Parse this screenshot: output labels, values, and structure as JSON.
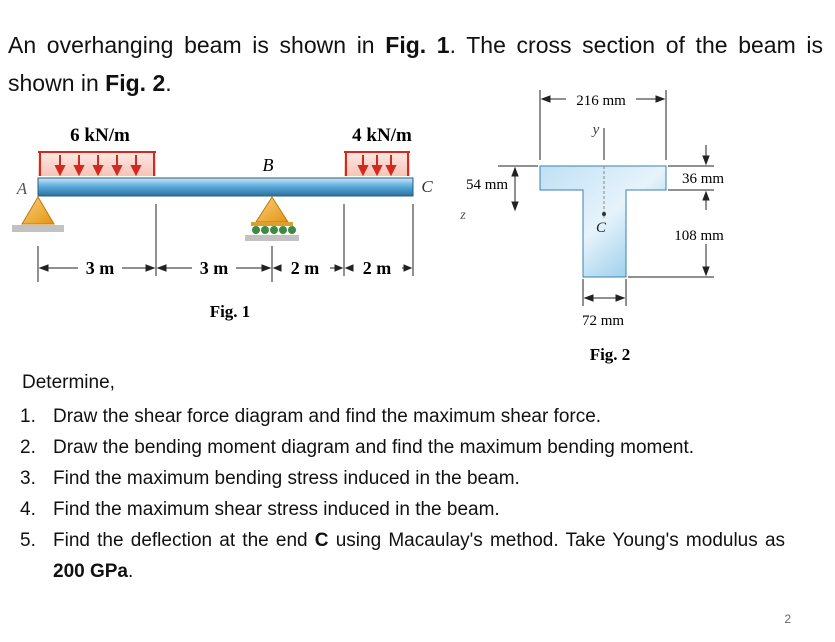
{
  "intro": {
    "t1": "An overhanging beam is shown in ",
    "fig1_ref": "Fig. 1",
    "t2": ". The cross section of the beam is shown in ",
    "fig2_ref": "Fig. 2",
    "t3": "."
  },
  "fig1": {
    "load_left": "6 kN/m",
    "load_right": "4 kN/m",
    "point_a": "A",
    "point_b": "B",
    "point_c": "C",
    "dim1": "3 m",
    "dim2": "3 m",
    "dim3": "2 m",
    "dim4": "2 m",
    "caption": "Fig. 1"
  },
  "fig2": {
    "dim_width": "216 mm",
    "axis_y": "y",
    "axis_z": "z",
    "dim_54": "54 mm",
    "dim_36": "36 mm",
    "centroid": "C",
    "dim_108": "108 mm",
    "dim_72": "72 mm",
    "caption": "Fig. 2"
  },
  "determine": "Determine,",
  "tasks": [
    {
      "num": "1.",
      "text": "Draw the shear force diagram and find the maximum shear force."
    },
    {
      "num": "2.",
      "text": "Draw the bending moment diagram and find the maximum bending moment."
    },
    {
      "num": "3.",
      "text": "Find the maximum bending stress induced in the beam."
    },
    {
      "num": "4.",
      "text": "Find the maximum shear stress induced in the beam."
    },
    {
      "num": "5.",
      "pre": "Find the deflection at the end ",
      "bold": "C",
      "mid": " using Macaulay's method. Take Young's modulus as ",
      "bold2": "200 GPa",
      "post": "."
    }
  ],
  "page_number": "2"
}
